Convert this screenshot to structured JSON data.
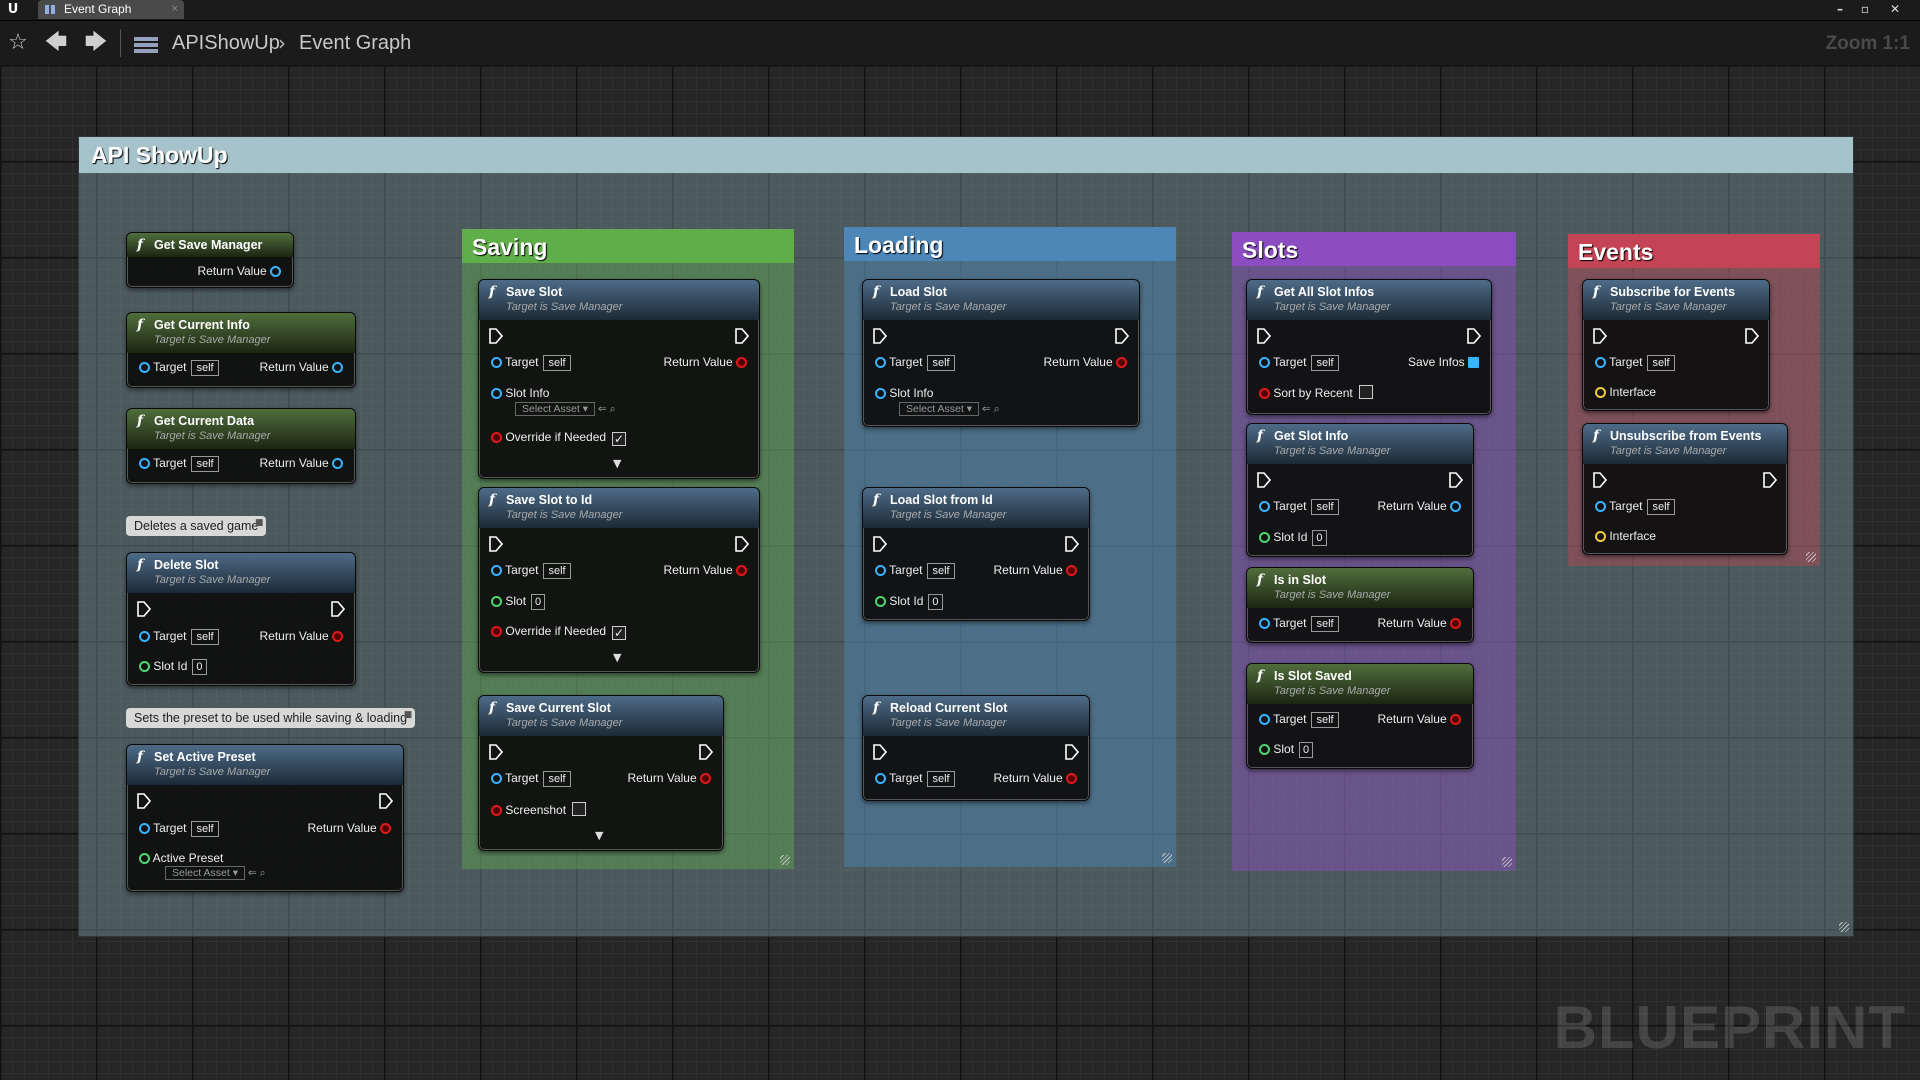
{
  "window": {
    "tab_label": "Event Graph",
    "tab_close": "×",
    "logo": "U",
    "controls": [
      "–",
      "▫",
      "✕"
    ]
  },
  "toolbar": {
    "star_icon": "☆",
    "back_icon": "🡄",
    "forward_icon": "🡆",
    "breadcrumb_root": "APIShowUp",
    "breadcrumb_sep": "›",
    "breadcrumb_leaf": "Event Graph",
    "zoom": "Zoom 1:1"
  },
  "watermark": "BLUEPRINT",
  "main_comment": {
    "title": "API ShowUp",
    "color": "#a6c3cc"
  },
  "groups": {
    "saving": {
      "title": "Saving",
      "color": "#5fae4a"
    },
    "loading": {
      "title": "Loading",
      "color": "#4c87b8"
    },
    "slots": {
      "title": "Slots",
      "color": "#8b4dc1"
    },
    "events": {
      "title": "Events",
      "color": "#c44456"
    }
  },
  "comments": {
    "delete": "Deletes a saved game",
    "preset": "Sets the preset to be used while saving & loading"
  },
  "labels": {
    "f": "f",
    "target": "Target",
    "self": "self",
    "return_value": "Return Value",
    "target_is": "Target is Save Manager",
    "slot_info": "Slot Info",
    "select_asset": "Select Asset ▾",
    "override": "Override if Needed",
    "slot_id": "Slot Id",
    "slot": "Slot",
    "zero": "0",
    "screenshot": "Screenshot",
    "active_preset": "Active Preset",
    "sort_by_recent": "Sort by Recent",
    "save_infos": "Save Infos",
    "interface": "Interface",
    "check": "✓",
    "expand": "▼",
    "asset_tools": "⇐ ⌕"
  },
  "nodes": {
    "get_save_manager": "Get Save Manager",
    "get_current_info": "Get Current Info",
    "get_current_data": "Get Current Data",
    "delete_slot": "Delete Slot",
    "set_active_preset": "Set Active Preset",
    "save_slot": "Save Slot",
    "save_slot_to_id": "Save Slot to Id",
    "save_current_slot": "Save Current Slot",
    "load_slot": "Load Slot",
    "load_slot_from_id": "Load Slot from Id",
    "reload_current_slot": "Reload Current Slot",
    "get_all_slot_infos": "Get All Slot Infos",
    "get_slot_info": "Get Slot Info",
    "is_in_slot": "Is in Slot",
    "is_slot_saved": "Is Slot Saved",
    "subscribe_for_events": "Subscribe for Events",
    "unsubscribe_from_events": "Unsubscribe from Events"
  }
}
